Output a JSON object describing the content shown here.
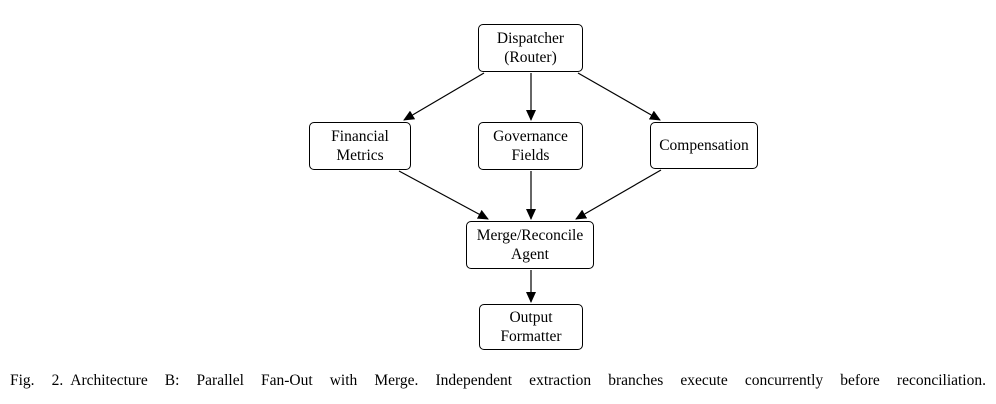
{
  "figure": {
    "nodes": {
      "dispatcher": {
        "label": "Dispatcher\n(Router)"
      },
      "financial": {
        "label": "Financial\nMetrics"
      },
      "governance": {
        "label": "Governance\nFields"
      },
      "compensation": {
        "label": "Compensation"
      },
      "merge": {
        "label": "Merge/Reconcile\nAgent"
      },
      "output": {
        "label": "Output\nFormatter"
      }
    },
    "edges": [
      {
        "from": "dispatcher",
        "to": "financial"
      },
      {
        "from": "dispatcher",
        "to": "governance"
      },
      {
        "from": "dispatcher",
        "to": "compensation"
      },
      {
        "from": "financial",
        "to": "merge"
      },
      {
        "from": "governance",
        "to": "merge"
      },
      {
        "from": "compensation",
        "to": "merge"
      },
      {
        "from": "merge",
        "to": "output"
      }
    ],
    "caption": {
      "label": "Fig. 2.",
      "text": "Architecture B: Parallel Fan-Out with Merge. Independent extraction branches execute concurrently before reconciliation."
    },
    "colors": {
      "background": "#ffffff",
      "node_fill": "#ffffff",
      "stroke": "#000000",
      "text": "#000000"
    }
  }
}
